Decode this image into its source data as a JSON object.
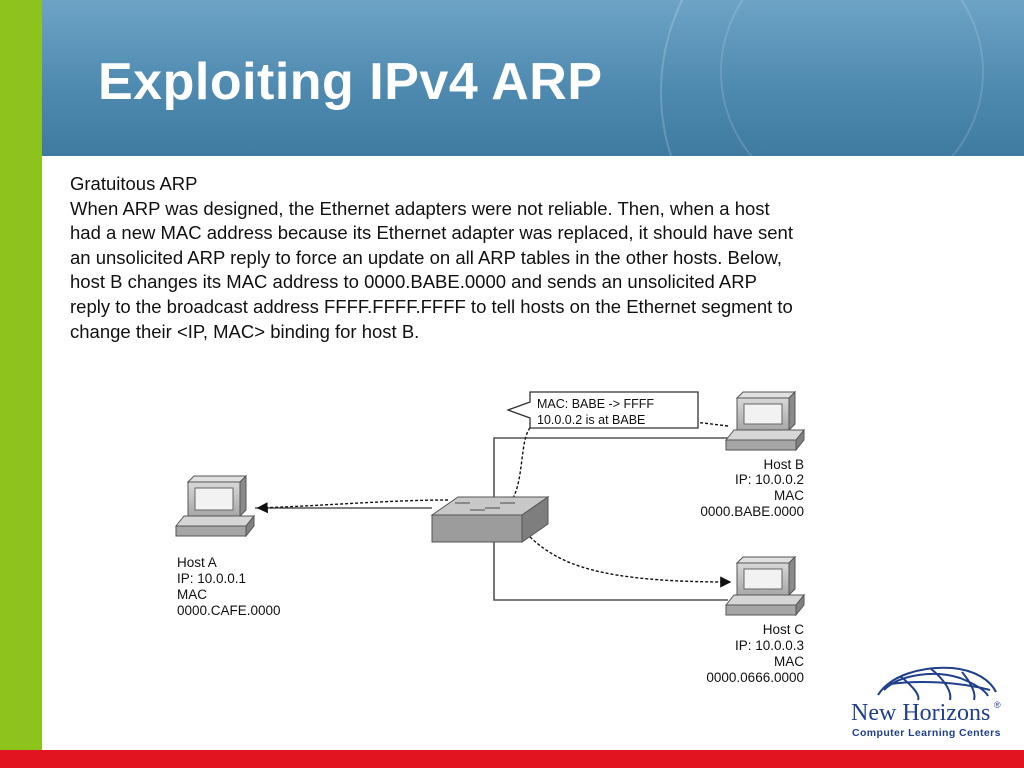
{
  "slide": {
    "title": "Exploiting IPv4 ARP",
    "body_lines": [
      "Gratuitous ARP",
      "When ARP was designed, the Ethernet adapters were not reliable. Then, when a host",
      "had a new MAC address because its Ethernet adapter was replaced, it should have sent",
      "an unsolicited ARP reply to force an update on all ARP tables in the other hosts. Below,",
      "host B changes its MAC address to 0000.BABE.0000 and sends an unsolicited ARP",
      "reply to the broadcast address FFFF.FFFF.FFFF to tell hosts on the Ethernet segment to",
      "change their <IP, MAC> binding for host B."
    ]
  },
  "diagram": {
    "callout": {
      "line1": "MAC: BABE -> FFFF",
      "line2": "10.0.0.2 is at BABE"
    },
    "host_a": {
      "name": "Host A",
      "ip": "IP: 10.0.0.1",
      "mac_label": "MAC",
      "mac": "0000.CAFE.0000"
    },
    "host_b": {
      "name": "Host B",
      "ip": "IP: 10.0.0.2",
      "mac_label": "MAC",
      "mac": "0000.BABE.0000"
    },
    "host_c": {
      "name": "Host C",
      "ip": "IP: 10.0.0.3",
      "mac_label": "MAC",
      "mac": "0000.0666.0000"
    }
  },
  "logo": {
    "name": "New Horizons",
    "registered": "®",
    "tagline": "Computer Learning Centers"
  }
}
